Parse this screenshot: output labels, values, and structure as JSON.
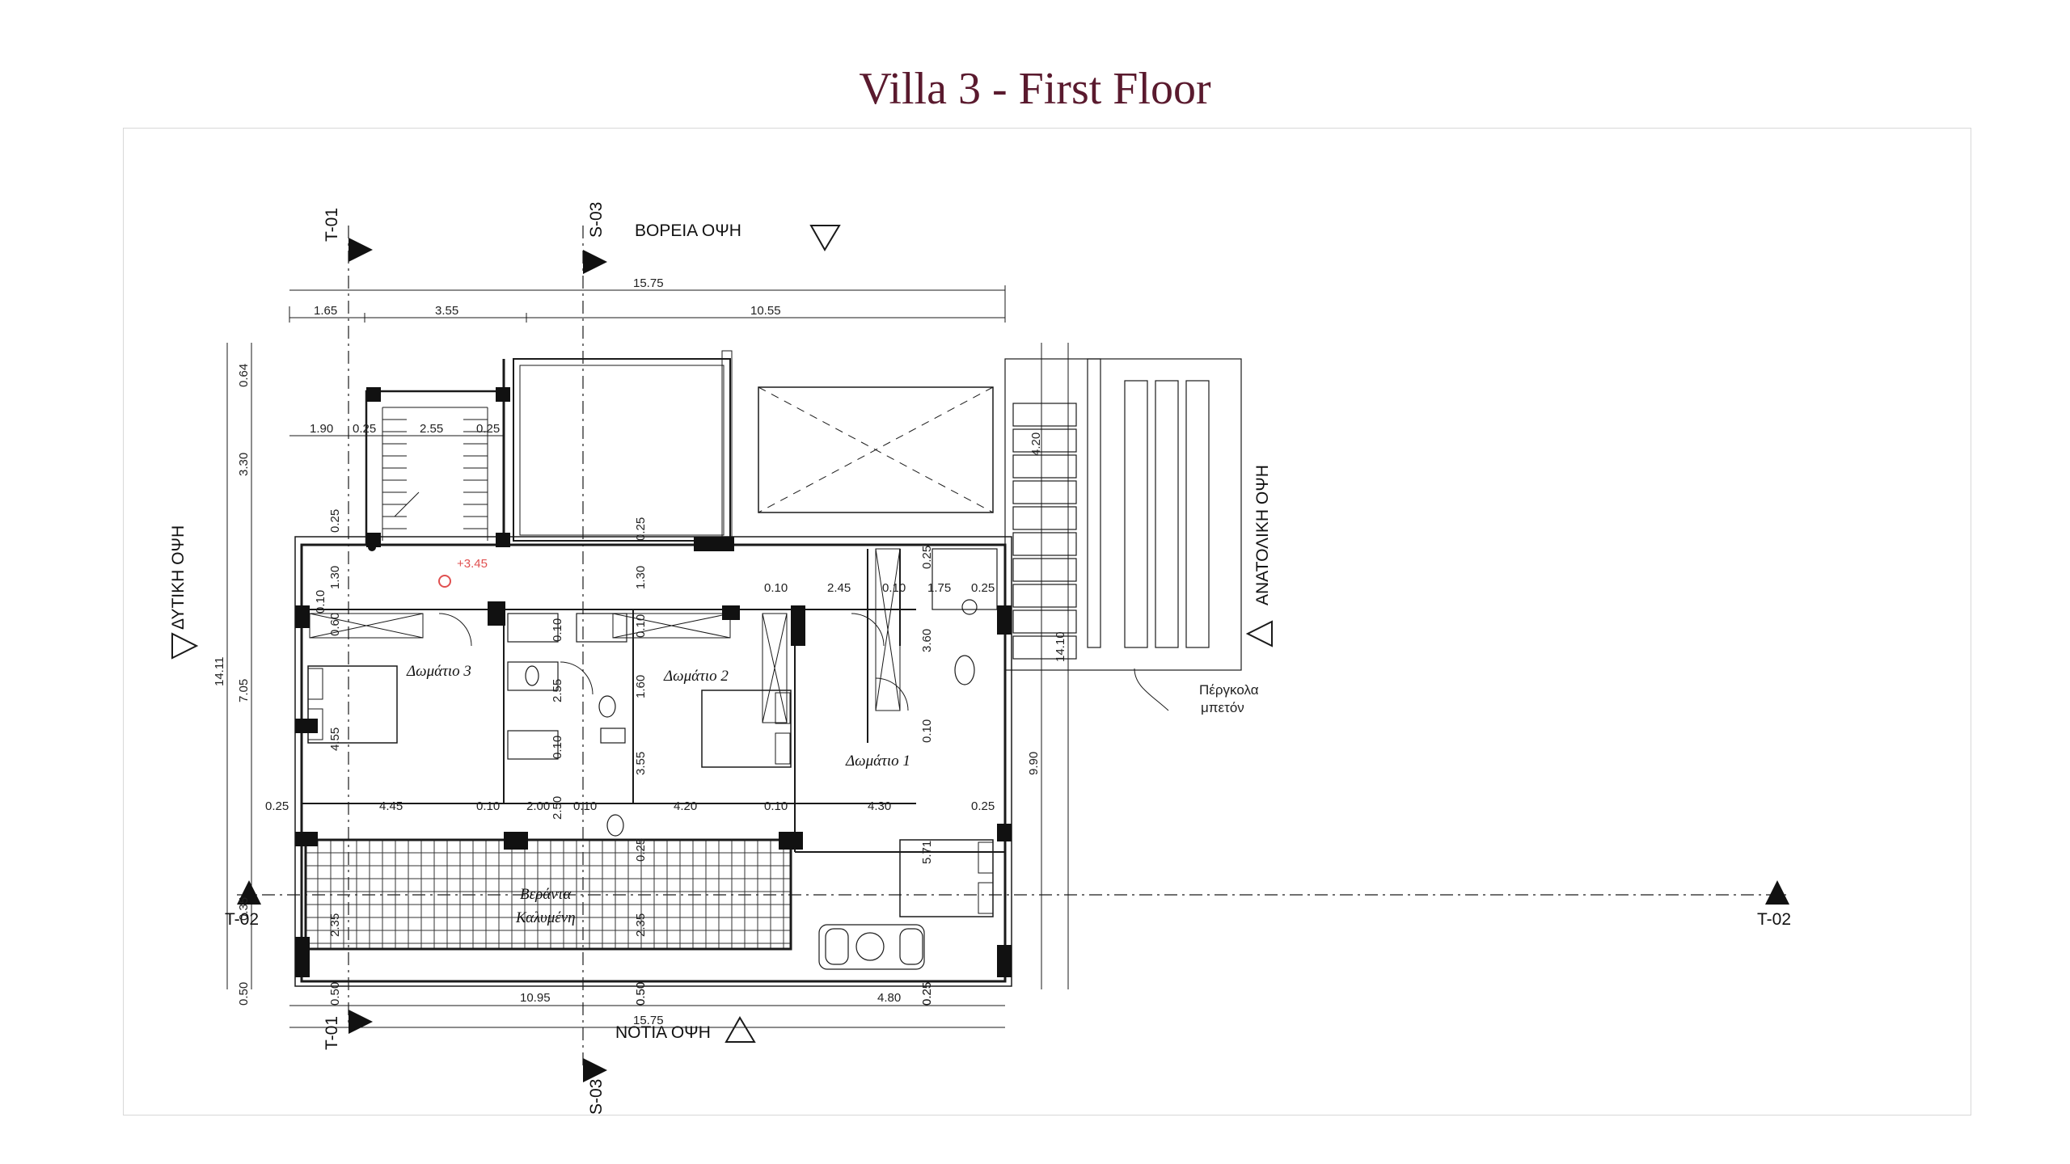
{
  "title": "Villa 3 - First Floor",
  "elevations": {
    "north": "ΒΟΡΕΙΑ ΟΨΗ",
    "south": "ΝΟΤΙΑ ΟΨΗ",
    "west": "ΔΥΤΙΚΗ ΟΨΗ",
    "east": "ΑΝΑΤΟΛΙΚΗ ΟΨΗ"
  },
  "sections": {
    "t01": "T-01",
    "s03": "S-03",
    "t02": "T-02"
  },
  "rooms": {
    "room3": "Δωμάτιο 3",
    "room2": "Δωμάτιο 2",
    "room1": "Δωμάτιο 1",
    "veranda_line1": "Βεράντα",
    "veranda_line2": "Καλυμένη"
  },
  "pergola": {
    "line1": "Πέργκολα",
    "line2": "μπετόν"
  },
  "level": "+3.45",
  "dimensions": {
    "top_total": "15.75",
    "top_a": "1.65",
    "top_b": "3.55",
    "top_c": "10.55",
    "stair_a": "1.90",
    "stair_b": "0.25",
    "stair_c": "2.55",
    "stair_d": "0.25",
    "left_a": "0.64",
    "left_b": "3.30",
    "left_c": "0.25",
    "left_d": "1.30",
    "left_e": "0.10",
    "left_f": "0.60",
    "left_g": "7.05",
    "left_h": "4.55",
    "left_i": "0.35",
    "left_j": "2.35",
    "left_k": "0.50",
    "left_total": "14.11",
    "mid_a": "0.25",
    "mid_b": "1.30",
    "mid_c": "0.10",
    "mid_d": "1.60",
    "mid_e": "3.55",
    "mid_f": "0.25",
    "mid_g": "2.35",
    "mid_h": "0.50",
    "bath_a": "0.10",
    "bath_b": "2.55",
    "bath_c": "0.10",
    "bath_d": "2.50",
    "top_row_a": "0.10",
    "top_row_b": "2.45",
    "top_row_c": "0.10",
    "top_row_d": "1.75",
    "top_row_e": "0.25",
    "east_a": "0.25",
    "east_b": "3.60",
    "east_c": "0.10",
    "east_d": "5.71",
    "east_e": "0.25",
    "row_a": "0.25",
    "row_b": "4.45",
    "row_c": "0.10",
    "row_d": "2.00",
    "row_e": "0.10",
    "row_f": "4.20",
    "row_g": "0.10",
    "row_h": "4.30",
    "row_i": "0.25",
    "pool_w": "4.20",
    "right_a": "9.90",
    "right_b": "14.10",
    "bottom_a": "0.50",
    "bottom_b": "10.95",
    "bottom_c": "0.50",
    "bottom_d": "4.80",
    "bottom_e": "0.25",
    "bottom_total": "15.75"
  },
  "colors": {
    "title": "#5a1a2e",
    "line": "#1a1a1a",
    "level_marker": "#e05050"
  }
}
